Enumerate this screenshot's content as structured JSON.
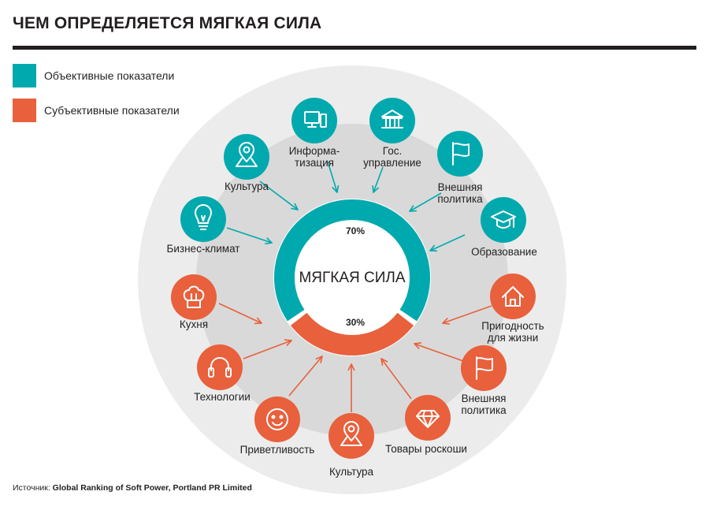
{
  "header": {
    "title": "ЧЕМ ОПРЕДЕЛЯЕТСЯ МЯГКАЯ СИЛА"
  },
  "legend": [
    {
      "label": "Объективные показатели",
      "color": "#00a9ae"
    },
    {
      "label": "Субъективные показатели",
      "color": "#e8603c"
    }
  ],
  "center": {
    "label": "МЯГКАЯ СИЛА"
  },
  "ring": {
    "objective": {
      "share": 0.7,
      "label": "70%"
    },
    "subjective": {
      "share": 0.3,
      "label": "30%"
    }
  },
  "factors": [
    {
      "label": "Информа-|тизация",
      "group": "objective",
      "icon": "computer-icon"
    },
    {
      "label": "Гос.|управление",
      "group": "objective",
      "icon": "government-building-icon"
    },
    {
      "label": "Внешняя|политика",
      "group": "objective",
      "icon": "flag-icon"
    },
    {
      "label": "Образование",
      "group": "objective",
      "icon": "graduation-cap-icon"
    },
    {
      "label": "Культура",
      "group": "objective",
      "icon": "map-pin-icon"
    },
    {
      "label": "Бизнес-климат",
      "group": "objective",
      "icon": "lightbulb-icon"
    },
    {
      "label": "Кухня",
      "group": "subjective",
      "icon": "chef-hat-icon"
    },
    {
      "label": "Технологии",
      "group": "subjective",
      "icon": "headphones-icon"
    },
    {
      "label": "Приветливость",
      "group": "subjective",
      "icon": "smile-icon"
    },
    {
      "label": "Культура",
      "group": "subjective",
      "icon": "map-pin-icon"
    },
    {
      "label": "Товары роскоши",
      "group": "subjective",
      "icon": "diamond-icon"
    },
    {
      "label": "Внешняя|политика",
      "group": "subjective",
      "icon": "flag-icon"
    },
    {
      "label": "Пригодность|для жизни",
      "group": "subjective",
      "icon": "house-icon"
    }
  ],
  "source": {
    "prefix": "Источник:",
    "text": "Global Ranking of Soft Power, Portland PR Limited"
  }
}
